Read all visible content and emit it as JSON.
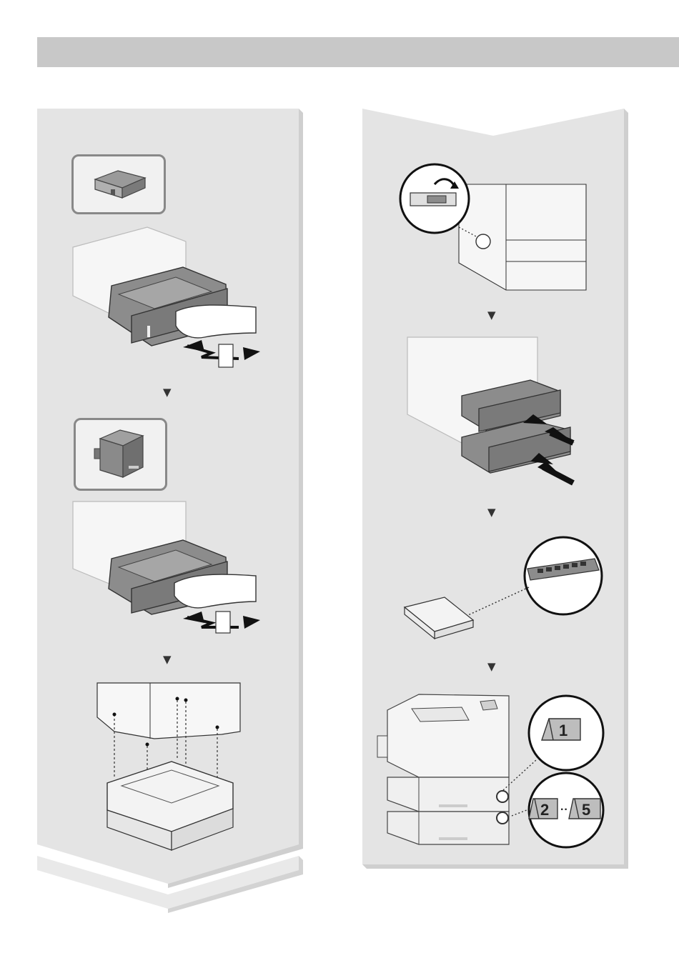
{
  "step_markers": {
    "arrow_glyph": "▼"
  },
  "left_column": {
    "icons": [
      "paper-feeder-icon",
      "printer-icon"
    ],
    "illustrations": [
      "remove-feeder-drawer",
      "remove-printer-drawer",
      "place-printer-on-feeder"
    ]
  },
  "right_column": {
    "illustrations": [
      "rotate-lock-lever",
      "insert-drawers",
      "size-labels-in-box",
      "attach-number-labels"
    ],
    "drawer_label_callouts": {
      "top_label": "1",
      "lower_label_from": "2",
      "lower_label_to": "5",
      "range_separator": "··"
    }
  },
  "colors": {
    "header_bar": "#c8c8c8",
    "panel_bg": "#e6e6e6",
    "panel_shadow": "#cfcfcf",
    "drawer_dark": "#8c8c8c",
    "outline": "#333333"
  }
}
